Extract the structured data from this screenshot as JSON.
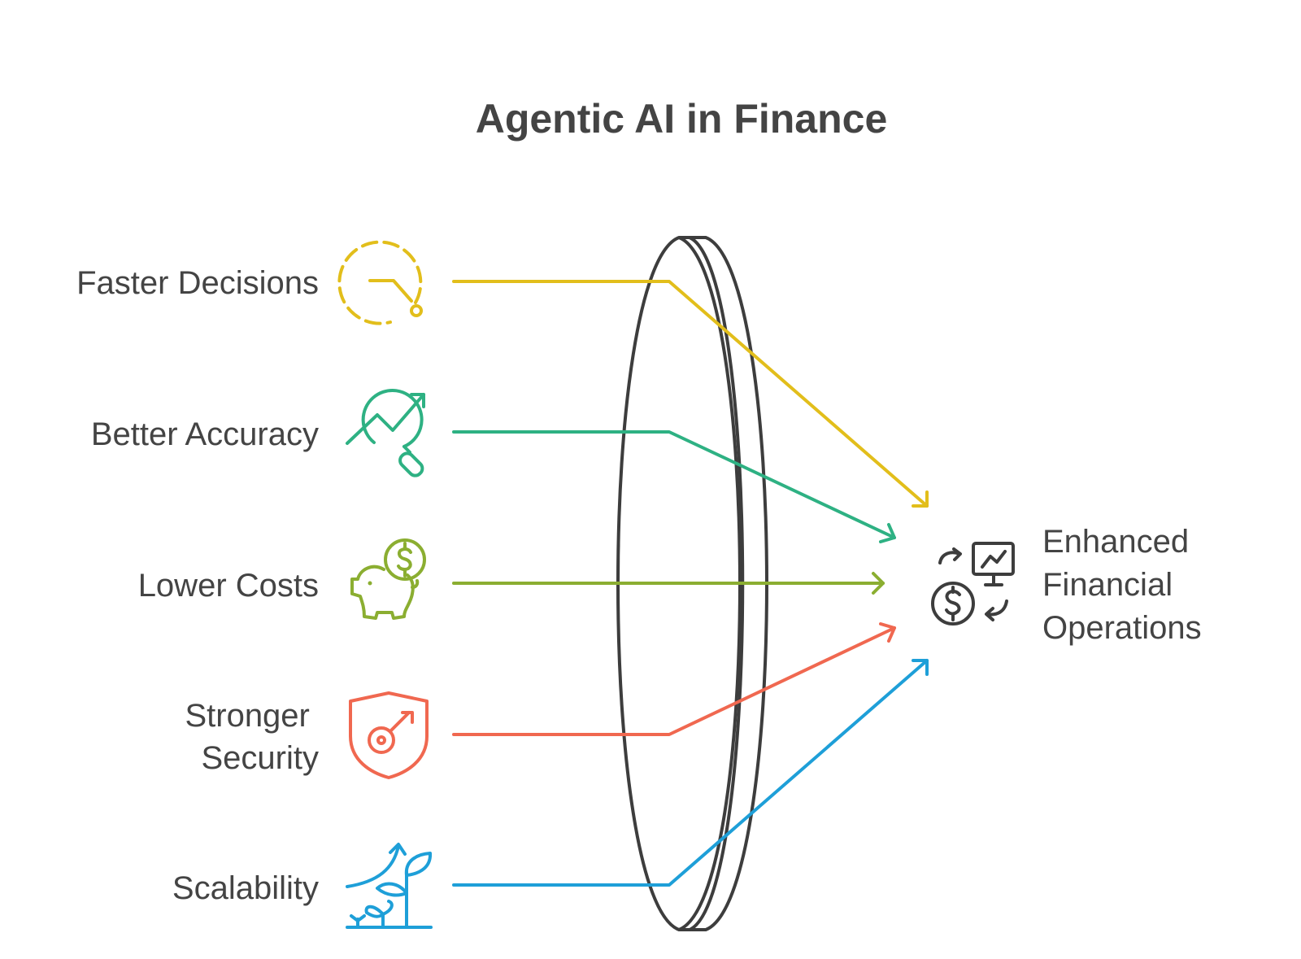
{
  "title": "Agentic AI in Finance",
  "inputs": [
    {
      "lines": [
        "Faster Decisions"
      ],
      "color": "#E2BE1B",
      "icon": "clock-dashed-icon"
    },
    {
      "lines": [
        "Better Accuracy"
      ],
      "color": "#2EB183",
      "icon": "chart-magnifier-icon"
    },
    {
      "lines": [
        "Lower Costs"
      ],
      "color": "#8BAE31",
      "icon": "piggy-bank-dollar-icon"
    },
    {
      "lines": [
        "Stronger",
        "Security"
      ],
      "color": "#F06850",
      "icon": "shield-key-icon"
    },
    {
      "lines": [
        "Scalability"
      ],
      "color": "#1E9FD8",
      "icon": "growing-plant-icon"
    }
  ],
  "lens_color": "#3d3d3d",
  "output": {
    "lines": [
      "Enhanced",
      "Financial",
      "Operations"
    ],
    "color": "#3d3d3d",
    "icon": "financial-operations-icon"
  }
}
